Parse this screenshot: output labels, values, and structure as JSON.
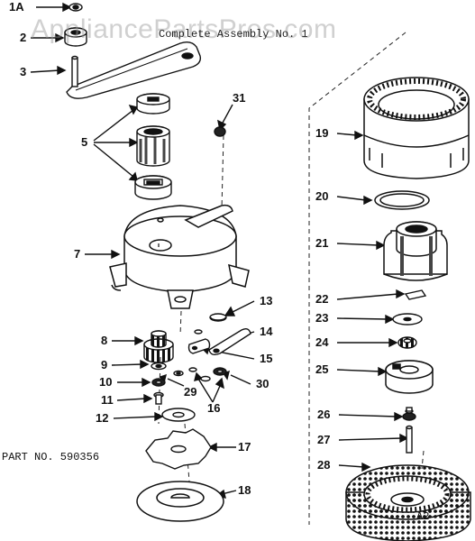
{
  "watermark": "AppliancePartsPros.com",
  "header_text": "Complete Assembly No. 1",
  "part_number": "PART NO. 590356",
  "drawing_code": "A2",
  "colors": {
    "ink": "#111111",
    "watermark": "#969696",
    "background": "#ffffff"
  },
  "callouts": {
    "c1a": "1A",
    "c2": "2",
    "c3": "3",
    "c5": "5",
    "c7": "7",
    "c8": "8",
    "c9": "9",
    "c10": "10",
    "c11": "11",
    "c12": "12",
    "c13": "13",
    "c14": "14",
    "c15": "15",
    "c16": "16",
    "c17": "17",
    "c18": "18",
    "c19": "19",
    "c20": "20",
    "c21": "21",
    "c22": "22",
    "c23": "23",
    "c24": "24",
    "c25": "25",
    "c26": "26",
    "c27": "27",
    "c28": "28",
    "c29": "29",
    "c30": "30",
    "c31": "31"
  }
}
